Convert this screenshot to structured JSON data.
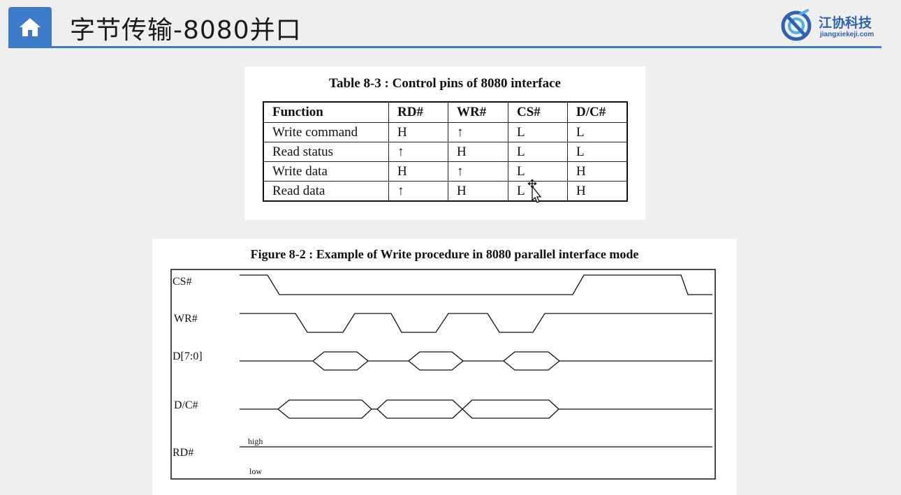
{
  "header": {
    "title": "字节传输-8080并口",
    "accent_color": "#3d7cc9",
    "home_icon": "home-icon",
    "logo": {
      "name": "江协科技",
      "url": "jiangxiekeji.com"
    }
  },
  "table": {
    "caption": "Table 8-3 : Control pins of 8080 interface",
    "columns": [
      "Function",
      "RD#",
      "WR#",
      "CS#",
      "D/C#"
    ],
    "rows": [
      [
        "Write command",
        "H",
        "↑",
        "L",
        "L"
      ],
      [
        "Read status",
        "↑",
        "H",
        "L",
        "L"
      ],
      [
        "Write data",
        "H",
        "↑",
        "L",
        "H"
      ],
      [
        "Read data",
        "↑",
        "H",
        "L",
        "H"
      ]
    ]
  },
  "figure": {
    "caption": "Figure 8-2 : Example of Write procedure in 8080 parallel interface mode",
    "signals": [
      "CS#",
      "WR#",
      "D[7:0]",
      "D/C#",
      "RD#"
    ],
    "rd_levels": {
      "high": "high",
      "low": "low"
    }
  }
}
